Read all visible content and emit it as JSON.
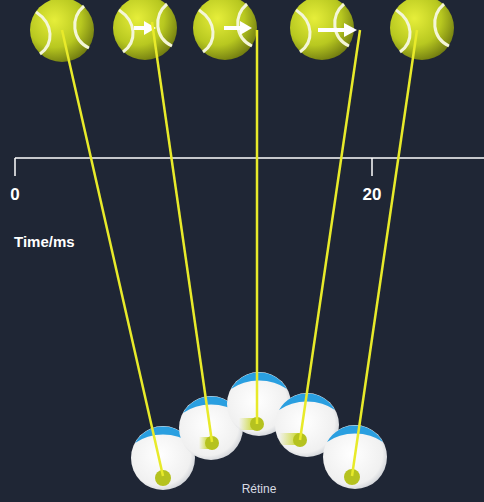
{
  "diagram": {
    "labels": [
      "0",
      "20",
      "Time/ms",
      "Rétine"
    ]
  }
}
